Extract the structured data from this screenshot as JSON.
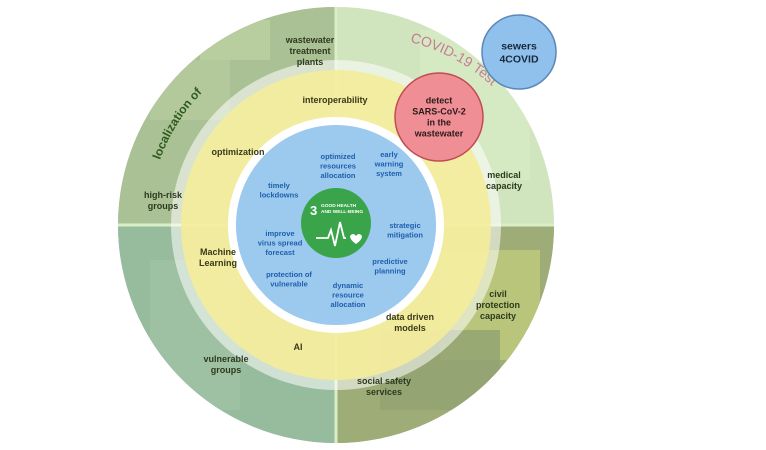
{
  "title_bubble": {
    "lines": [
      "sewers",
      "4COVID"
    ]
  },
  "detect_bubble": {
    "lines": [
      "detect",
      "SARS-CoV-2",
      "in the",
      "wastewater"
    ]
  },
  "outer_arc_label": "localization of",
  "outer_ring": [
    {
      "id": "wastewater",
      "lines": [
        "wastewater",
        "treatment",
        "plants"
      ]
    },
    {
      "id": "medical",
      "lines": [
        "medical",
        "capacity"
      ]
    },
    {
      "id": "civil",
      "lines": [
        "civil",
        "protection",
        "capacity"
      ]
    },
    {
      "id": "social",
      "lines": [
        "social safety",
        "services"
      ]
    },
    {
      "id": "vulnerable",
      "lines": [
        "vulnerable",
        "groups"
      ]
    },
    {
      "id": "highrisk",
      "lines": [
        "high-risk",
        "groups"
      ]
    }
  ],
  "middle_ring": [
    {
      "id": "interoperability",
      "lines": [
        "interoperability"
      ]
    },
    {
      "id": "optimization",
      "lines": [
        "optimization"
      ]
    },
    {
      "id": "ml",
      "lines": [
        "Machine",
        "Learning"
      ]
    },
    {
      "id": "ai",
      "lines": [
        "AI"
      ]
    },
    {
      "id": "ddm",
      "lines": [
        "data driven",
        "models"
      ]
    }
  ],
  "inner_circle": [
    {
      "id": "ora",
      "lines": [
        "optimized",
        "resources",
        "allocation"
      ]
    },
    {
      "id": "ews",
      "lines": [
        "early",
        "warning",
        "system"
      ]
    },
    {
      "id": "tl",
      "lines": [
        "timely",
        "lockdowns"
      ]
    },
    {
      "id": "sm",
      "lines": [
        "strategic",
        "mitigation"
      ]
    },
    {
      "id": "ivsf",
      "lines": [
        "improve",
        "virus spread",
        "forecast"
      ]
    },
    {
      "id": "pp",
      "lines": [
        "predictive",
        "planning"
      ]
    },
    {
      "id": "pov",
      "lines": [
        "protection of",
        "vulnerable"
      ]
    },
    {
      "id": "dra",
      "lines": [
        "dynamic",
        "resource",
        "allocation"
      ]
    }
  ],
  "sdg": {
    "number": "3",
    "lines": [
      "GOOD HEALTH",
      "AND WELL-BEING"
    ]
  },
  "test_text": "COVID-19 Test",
  "colors": {
    "outer_ring": "#bfe3a0",
    "middle_ring": "#f4ec9a",
    "inner_circle": "#9cc9ee",
    "sdg_green": "#3aa44a",
    "sewers_bubble": "#8fc1ec",
    "detect_bubble": "#ef8f95"
  }
}
